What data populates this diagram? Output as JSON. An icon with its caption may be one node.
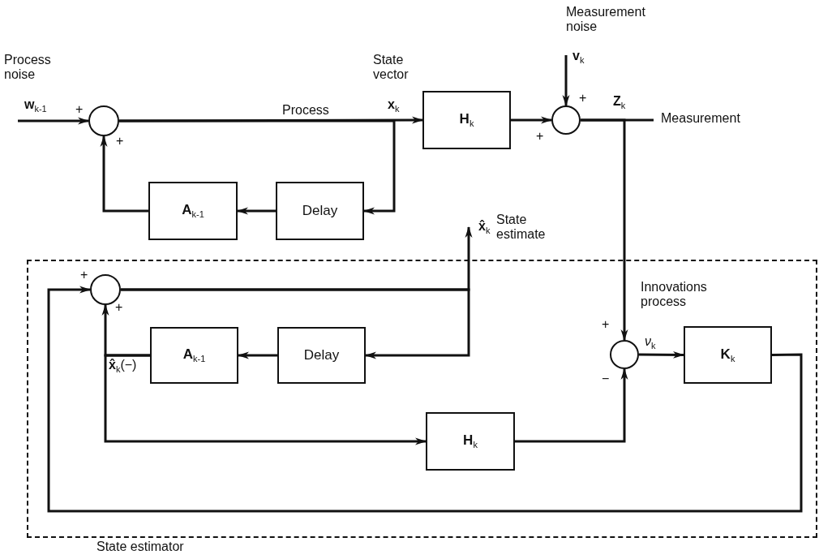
{
  "diagram": {
    "nodes": [
      {
        "text": [],
        "shape": "circle"
      },
      {
        "text": [
          "**H**$_{k}$"
        ]
      },
      {
        "text": [],
        "shape": "circle"
      },
      {
        "text": [
          "Delay"
        ]
      },
      {
        "text": [
          "**A**$_{k-1}$"
        ]
      },
      {
        "text": [
          "State estimator"
        ]
      },
      {
        "text": [],
        "shape": "circle",
        "in": 5
      },
      {
        "text": [
          "Delay"
        ],
        "in": 5
      },
      {
        "text": [
          "**A**$_{k-1}$"
        ],
        "in": 5
      },
      {
        "text": [],
        "shape": "circle",
        "in": 5
      },
      {
        "text": [
          "**K**$_{k}$"
        ],
        "in": 5
      },
      {
        "text": [
          "**H**$_{k}$"
        ],
        "in": 5
      }
    ],
    "edges": [
      {
        "from": null,
        "to": 0,
        "arrow": "to",
        "label": "**w**$_{k-1}$"
      },
      {
        "from": 0,
        "to": 1,
        "arrow": "to",
        "label": "Process"
      },
      {
        "from": 0,
        "to": 3,
        "arrow": "to"
      },
      {
        "from": 1,
        "to": 2,
        "arrow": "to"
      },
      {
        "from": null,
        "to": 2,
        "arrow": "to",
        "label": "**v**$_{k}$"
      },
      {
        "from": 2,
        "to": null,
        "arrow": "none",
        "label": "**Z**$_{k}$"
      },
      {
        "from": 3,
        "to": 4,
        "arrow": "to"
      },
      {
        "from": 4,
        "to": 0,
        "arrow": "to"
      },
      {
        "from": 2,
        "to": 9,
        "arrow": "to"
      },
      {
        "from": 6,
        "to": null,
        "arrow": "to",
        "label": "**x̂**$_{k}$"
      },
      {
        "from": 6,
        "to": 7,
        "arrow": "to"
      },
      {
        "from": 7,
        "to": 8,
        "arrow": "to"
      },
      {
        "from": 8,
        "to": 6,
        "arrow": "to",
        "label": "**x̂**$_{k}$(−)"
      },
      {
        "from": 8,
        "to": 11,
        "arrow": "to"
      },
      {
        "from": 11,
        "to": 9,
        "arrow": "to"
      },
      {
        "from": 9,
        "to": 10,
        "arrow": "to",
        "label": "*ν*$_{k}$"
      },
      {
        "from": 10,
        "to": 6,
        "arrow": "to"
      }
    ],
    "labels": [
      "Measurement noise",
      "Process noise",
      "State vector",
      "**x**$_{k}$",
      "Measurement",
      "State estimate",
      "Innovations process",
      "+",
      "+",
      "+",
      "+",
      "+",
      "+",
      "+",
      "−"
    ]
  }
}
